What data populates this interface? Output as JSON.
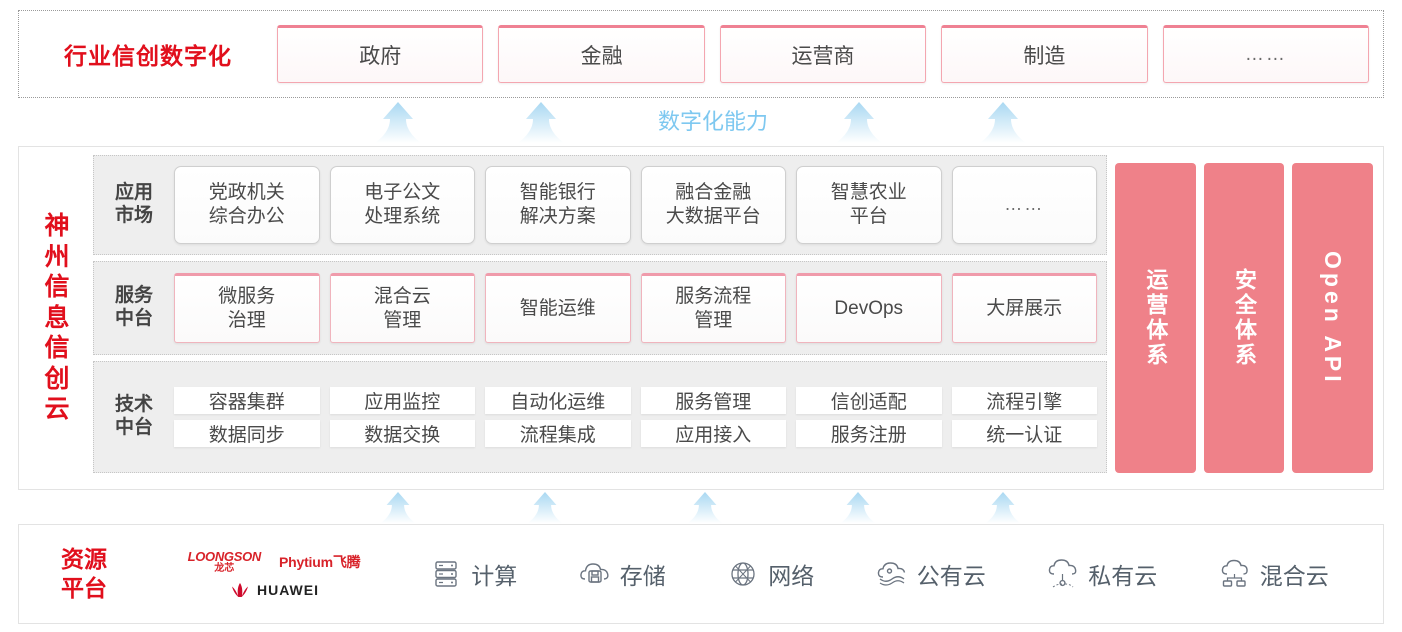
{
  "industry": {
    "title": "行业信创数字化",
    "cards": [
      {
        "label": "政府"
      },
      {
        "label": "金融"
      },
      {
        "label": "运营商"
      },
      {
        "label": "制造"
      },
      {
        "label": "……"
      }
    ]
  },
  "capability_label": "数字化能力",
  "cloud": {
    "title": "神州信息信创云",
    "title_chars": [
      "神",
      "州",
      "信",
      "息",
      "信",
      "创",
      "云"
    ],
    "bands": [
      {
        "id": "app-market",
        "label": "应用\n市场",
        "label_lines": [
          "应用",
          "市场"
        ],
        "cards": [
          {
            "lines": [
              "党政机关",
              "综合办公"
            ]
          },
          {
            "lines": [
              "电子公文",
              "处理系统"
            ]
          },
          {
            "lines": [
              "智能银行",
              "解决方案"
            ]
          },
          {
            "lines": [
              "融合金融",
              "大数据平台"
            ]
          },
          {
            "lines": [
              "智慧农业",
              "平台"
            ]
          },
          {
            "lines": [
              "……"
            ],
            "dots": true
          }
        ]
      },
      {
        "id": "service-platform",
        "label_lines": [
          "服务",
          "中台"
        ],
        "cards": [
          {
            "lines": [
              "微服务",
              "治理"
            ]
          },
          {
            "lines": [
              "混合云",
              "管理"
            ]
          },
          {
            "lines": [
              "智能运维"
            ]
          },
          {
            "lines": [
              "服务流程",
              "管理"
            ]
          },
          {
            "lines": [
              "DevOps"
            ]
          },
          {
            "lines": [
              "大屏展示"
            ]
          }
        ]
      },
      {
        "id": "tech-platform",
        "label_lines": [
          "技术",
          "中台"
        ],
        "row1": [
          "容器集群",
          "应用监控",
          "自动化运维",
          "服务管理",
          "信创适配",
          "流程引擎"
        ],
        "row2": [
          "数据同步",
          "数据交换",
          "流程集成",
          "应用接入",
          "服务注册",
          "统一认证"
        ]
      }
    ],
    "pillars": [
      {
        "label": "运营体系",
        "latin": false
      },
      {
        "label": "安全体系",
        "latin": false
      },
      {
        "label": "Open API",
        "latin": true
      }
    ]
  },
  "resource": {
    "title_lines": [
      "资源",
      "平台"
    ],
    "logos": [
      {
        "name": "loongson-logo",
        "en": "LOONGSON",
        "cn": "龙芯"
      },
      {
        "name": "phytium-logo",
        "text": "Phytium飞腾"
      },
      {
        "name": "huawei-logo",
        "text": "HUAWEI"
      }
    ],
    "items": [
      {
        "icon": "server-icon",
        "label": "计算"
      },
      {
        "icon": "storage-cloud-icon",
        "label": "存储"
      },
      {
        "icon": "network-icon",
        "label": "网络"
      },
      {
        "icon": "public-cloud-icon",
        "label": "公有云"
      },
      {
        "icon": "private-cloud-icon",
        "label": "私有云"
      },
      {
        "icon": "hybrid-cloud-icon",
        "label": "混合云"
      }
    ]
  },
  "colors": {
    "brand_red": "#e10f1c",
    "pillar_pink": "#ef8189",
    "card_pink_border": "#f0b4bd",
    "arrow_blue": "#bfe2f7",
    "capability_blue": "#7ec8f0",
    "band_gray": "#eeeeee"
  },
  "arrows": {
    "upper_count": 4,
    "lower_count": 5
  }
}
